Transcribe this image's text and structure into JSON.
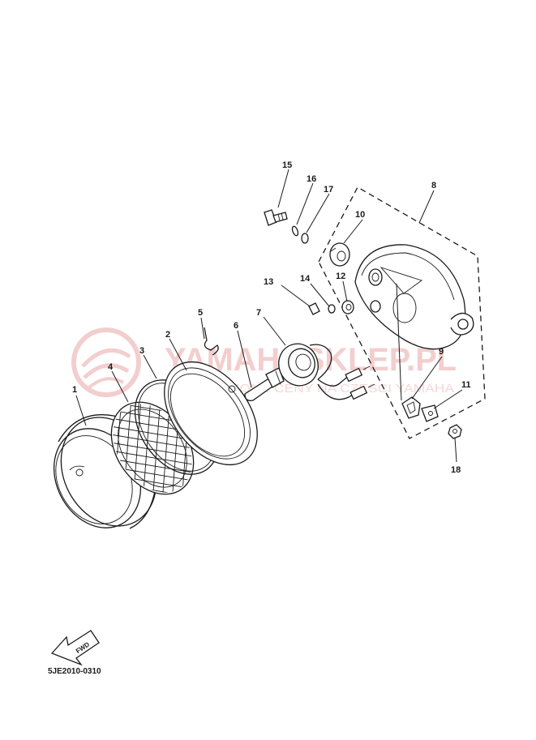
{
  "watermark": {
    "brand": "YAMAHASKLEP.PL",
    "tagline": "ROZJUSZONE CENY NA CZESCI YAMAHA"
  },
  "callouts": [
    "1",
    "2",
    "3",
    "4",
    "5",
    "6",
    "7",
    "8",
    "9",
    "10",
    "11",
    "12",
    "13",
    "14",
    "15",
    "16",
    "17",
    "18"
  ],
  "fwd_label": "FWD",
  "diagram_code": "5JE2010-0310",
  "colors": {
    "line": "#1a1a1a",
    "watermark": "#f2c9c9",
    "background": "#ffffff"
  }
}
